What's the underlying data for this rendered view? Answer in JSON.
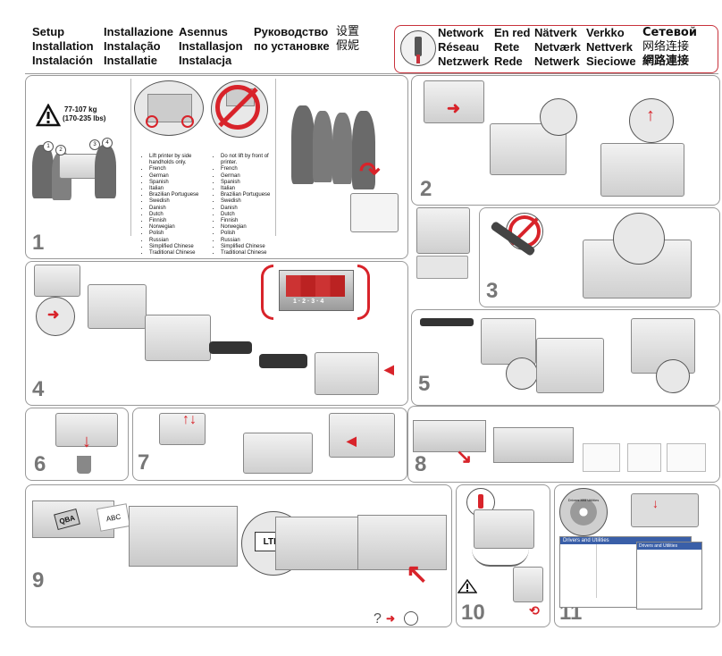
{
  "header": {
    "columns": [
      [
        "Setup",
        "Installation",
        "Instalación"
      ],
      [
        "Installazione",
        "Instalação",
        "Installatie"
      ],
      [
        "Asennus",
        "Installasjon",
        "Instalacja"
      ],
      [
        "Руководство",
        "по установке"
      ],
      [
        "设置",
        "假妮"
      ]
    ],
    "network": [
      [
        "Network",
        "Réseau",
        "Netzwerk"
      ],
      [
        "En red",
        "Rete",
        "Rede"
      ],
      [
        "Nätverk",
        "Netværk",
        "Netwerk"
      ],
      [
        "Verkko",
        "Nettverk",
        "Sieciowe"
      ],
      [
        "Сетевой",
        "网络连接",
        "網路連接"
      ]
    ]
  },
  "step1": {
    "weight": "77-107 kg",
    "weight_lbs": "(170-235 lbs)",
    "do_caption": "Lift printer by side handholds only.",
    "dont_caption": "Do not lift by front of printer.",
    "languages": [
      "French",
      "German",
      "Spanish",
      "Italian",
      "Brazilian Portuguese",
      "Swedish",
      "Danish",
      "Dutch",
      "Finnish",
      "Norwegian",
      "Polish",
      "Russian",
      "Simplified Chinese",
      "Traditional Chinese"
    ],
    "person_tags": [
      "1",
      "2",
      "3",
      "4"
    ]
  },
  "steps": {
    "s1": "1",
    "s2": "2",
    "s3": "3",
    "s4": "4",
    "s5": "5",
    "s6": "6",
    "s7": "7",
    "s8": "8",
    "s9": "9",
    "s10": "10",
    "s11": "11"
  },
  "step4": {
    "cartridge_order": "1 · 2 · 3 · 4"
  },
  "step9": {
    "paper_a": "QBA",
    "paper_b": "ABC",
    "size_label": "LTR"
  },
  "step11": {
    "cd_label": "Drivers and Utilities",
    "window_title": "Drivers and Utilities",
    "cd_small": "Drivers and Utilities"
  },
  "footer": {
    "help_glyph": "?"
  }
}
